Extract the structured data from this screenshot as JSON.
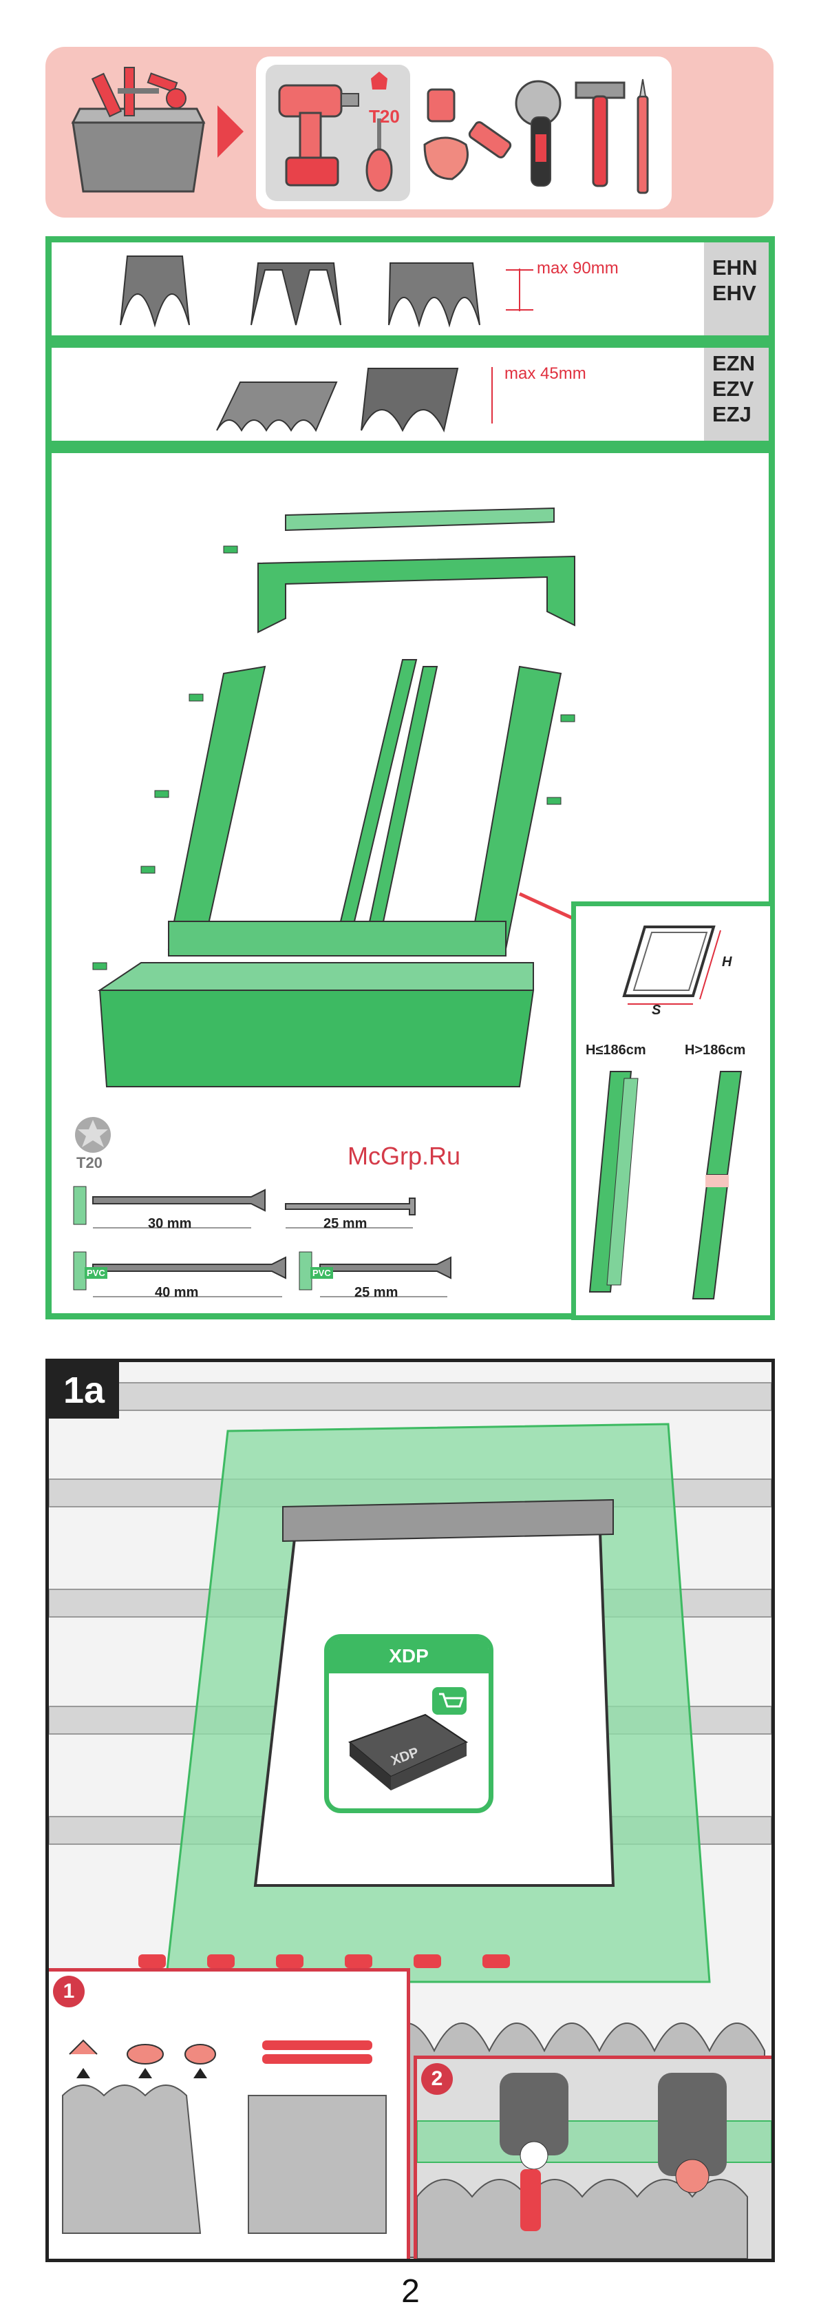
{
  "tools": {
    "torx_label": "T20"
  },
  "roof_types": [
    {
      "codes": [
        "EHN",
        "EHV"
      ],
      "max_label": "max 90mm"
    },
    {
      "codes": [
        "EZN",
        "EZV",
        "EZJ"
      ],
      "max_label": "max 45mm"
    }
  ],
  "detail": {
    "h_label": "H",
    "s_label": "S",
    "col_small": "H≤186cm",
    "col_large": "H>186cm"
  },
  "fasteners": {
    "torx_label": "T20",
    "watermark": "McGrp.Ru",
    "items": [
      {
        "length": "30 mm"
      },
      {
        "length": "25 mm"
      },
      {
        "length": "40 mm",
        "badge": "PVC"
      },
      {
        "length": "25 mm",
        "badge": "PVC"
      }
    ]
  },
  "section_1a": {
    "tag": "1a",
    "callout_title": "XDP",
    "product_label": "XDP",
    "step1": "1",
    "step2": "2"
  },
  "colors": {
    "green": "#3dba62",
    "red": "#e8424a",
    "pink_bg": "#f7c5bf",
    "dark": "#222222"
  },
  "page_number": "2"
}
